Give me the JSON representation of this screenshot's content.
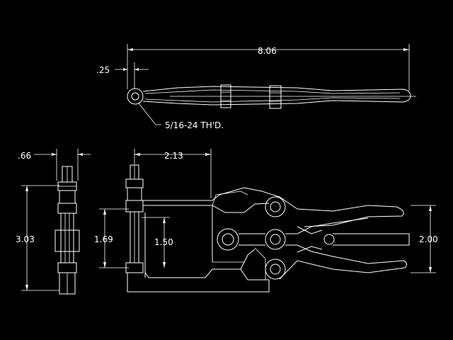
{
  "colors": {
    "background": "#000000",
    "line": "#ffffff"
  },
  "dimensions": {
    "overall_length": "8.06",
    "eye_offset": ".25",
    "thread_note": "5/16-24 TH'D.",
    "end_width": ".66",
    "rod_to_pivot": "2.13",
    "total_height": "3.03",
    "stroke": "1.69",
    "base_height": "1.50",
    "jaw_opening": "2.00"
  }
}
